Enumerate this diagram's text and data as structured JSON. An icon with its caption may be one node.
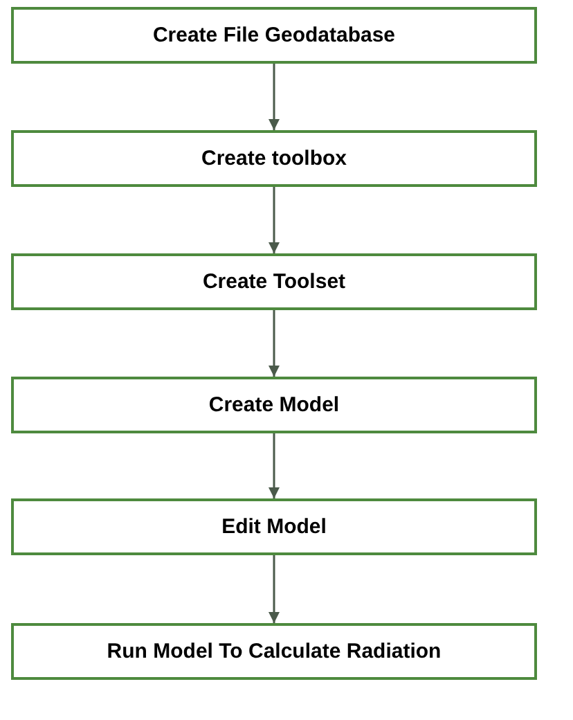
{
  "diagram": {
    "nodes": [
      {
        "text": [
          "Create File Geodatabase"
        ]
      },
      {
        "text": [
          "Create toolbox"
        ]
      },
      {
        "text": [
          "Create Toolset"
        ]
      },
      {
        "text": [
          "Create Model"
        ]
      },
      {
        "text": [
          "Edit Model"
        ]
      },
      {
        "text": [
          "Run Model To Calculate Radiation"
        ]
      }
    ],
    "edges": [
      {
        "from": 0,
        "to": 1,
        "arrow": "to"
      },
      {
        "from": 1,
        "to": 2,
        "arrow": "to"
      },
      {
        "from": 2,
        "to": 3,
        "arrow": "to"
      },
      {
        "from": 3,
        "to": 4,
        "arrow": "to"
      },
      {
        "from": 4,
        "to": 5,
        "arrow": "to"
      }
    ]
  }
}
